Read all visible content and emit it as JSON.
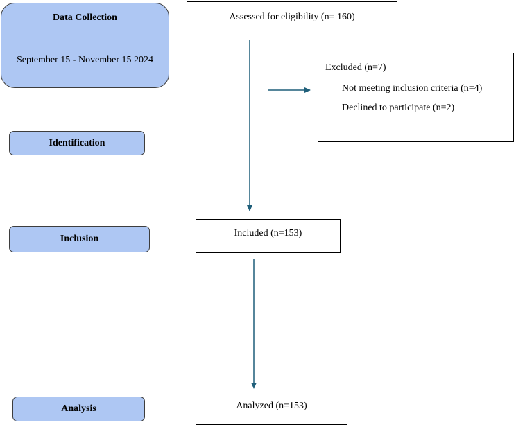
{
  "stages": {
    "data_collection": {
      "title": "Data Collection",
      "dates": "September 15 - November 15 2024"
    },
    "identification": "Identification",
    "inclusion": "Inclusion",
    "analysis": "Analysis"
  },
  "flow": {
    "assessed": "Assessed for eligibility (n= 160)",
    "excluded": {
      "title": "Excluded (n=7)",
      "reasons": [
        "Not meeting inclusion criteria (n=4)",
        "Declined to participate (n=2)"
      ]
    },
    "included": "Included (n=153)",
    "analyzed": "Analyzed (n=153)"
  },
  "colors": {
    "stage_fill": "#aec7f3",
    "stage_border": "#3d3d3d",
    "arrow": "#1f5f7a"
  }
}
